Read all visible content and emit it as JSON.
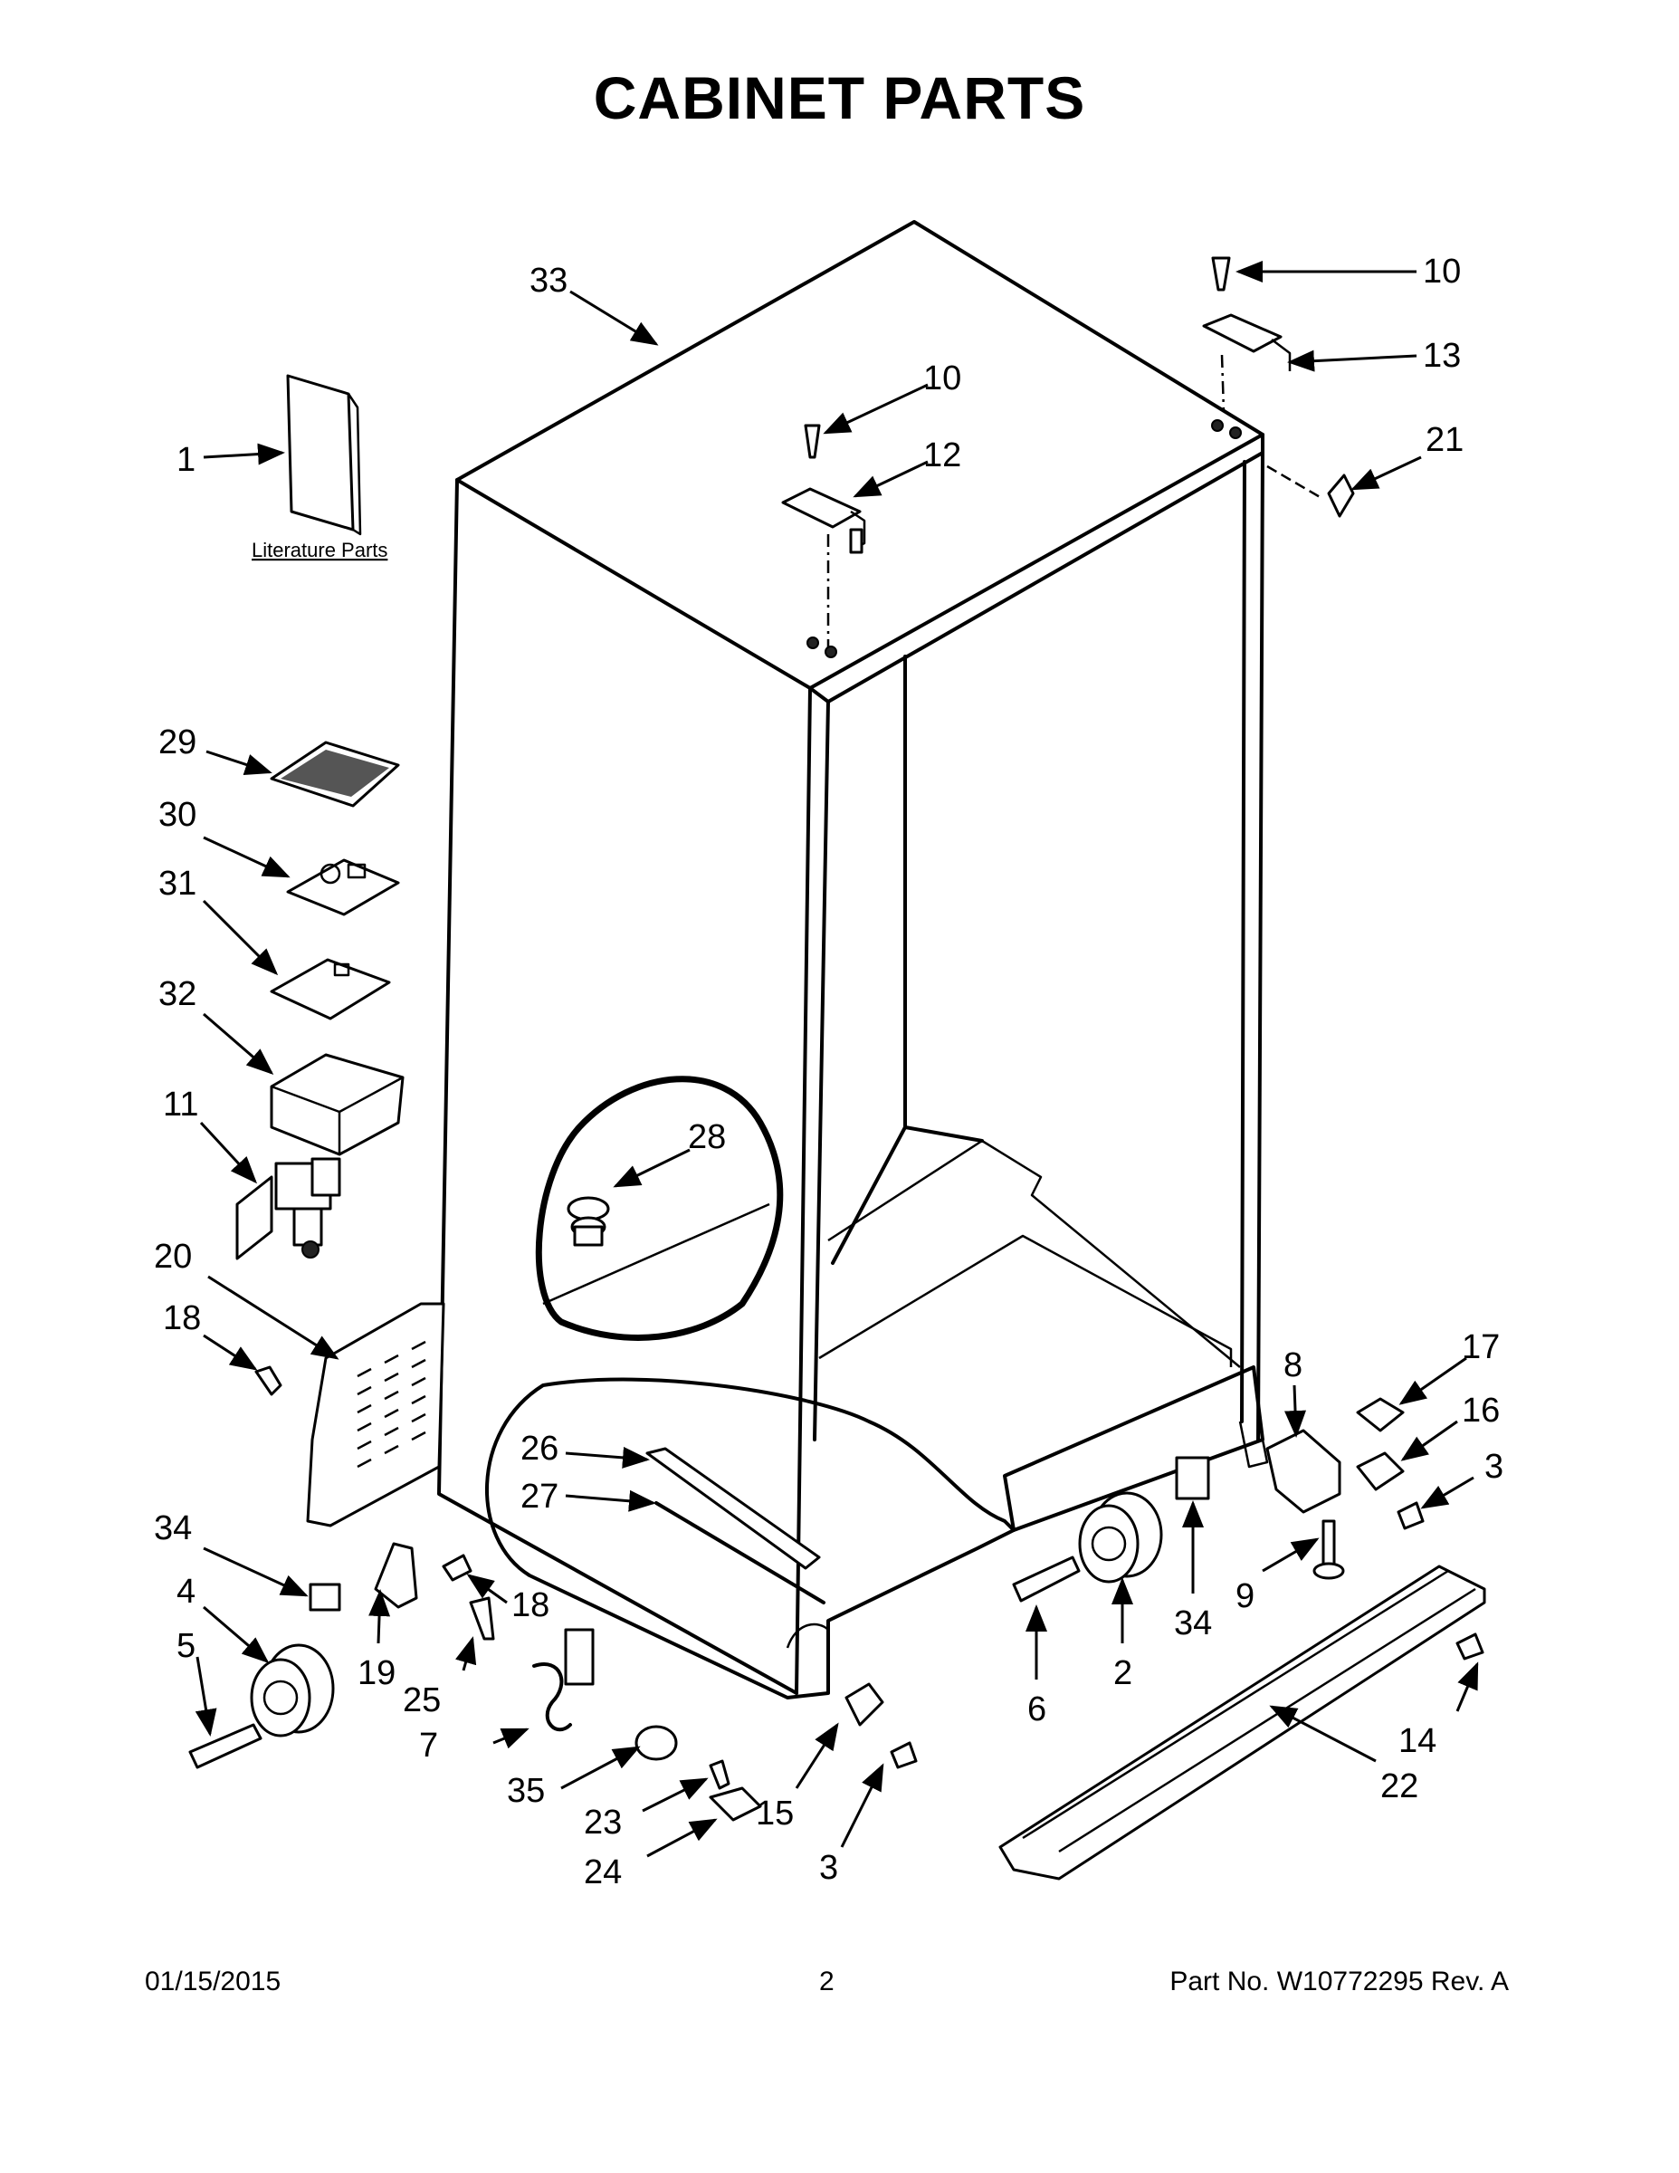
{
  "title": "CABINET PARTS",
  "literature_label": "Literature Parts",
  "callouts": {
    "c1": "1",
    "c2": "2",
    "c3a": "3",
    "c3b": "3",
    "c4": "4",
    "c5": "5",
    "c6": "6",
    "c7": "7",
    "c8": "8",
    "c9": "9",
    "c10a": "10",
    "c10b": "10",
    "c11": "11",
    "c12": "12",
    "c13": "13",
    "c14": "14",
    "c15": "15",
    "c16": "16",
    "c17": "17",
    "c18a": "18",
    "c18b": "18",
    "c19": "19",
    "c20": "20",
    "c21": "21",
    "c22": "22",
    "c23": "23",
    "c24": "24",
    "c25": "25",
    "c26": "26",
    "c27": "27",
    "c28": "28",
    "c29": "29",
    "c30": "30",
    "c31": "31",
    "c32": "32",
    "c33": "33",
    "c34a": "34",
    "c34b": "34",
    "c35": "35"
  },
  "footer": {
    "date": "01/15/2015",
    "page": "2",
    "part": "Part No.  W10772295  Rev.  A"
  }
}
